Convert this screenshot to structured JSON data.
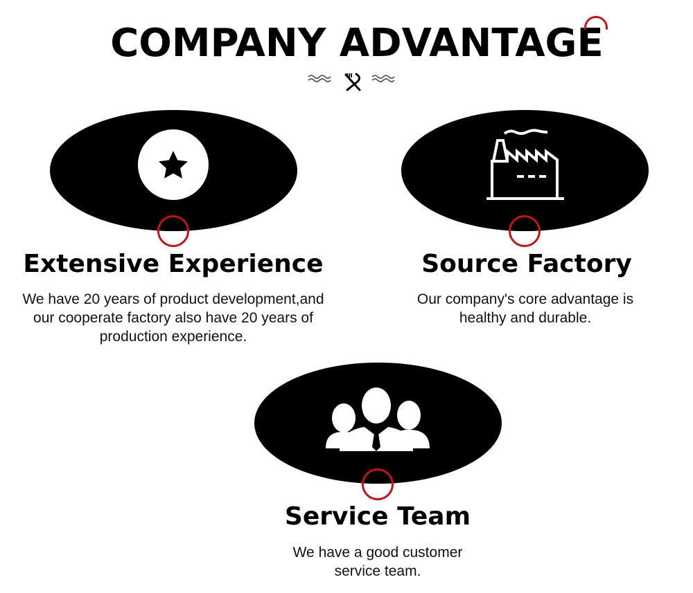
{
  "header": {
    "title": "COMPANY ADVANTAGE",
    "ornament_icon": "fork-knife-icon",
    "accent_color": "#c0151b"
  },
  "cards": [
    {
      "icon": "star-icon",
      "title": "Extensive Experience",
      "description": "We have 20 years of product development,and our cooperate factory also have 20 years of production experience."
    },
    {
      "icon": "factory-icon",
      "title": "Source Factory",
      "description": "Our company's core advantage is healthy and durable."
    },
    {
      "icon": "team-icon",
      "title": "Service Team",
      "description": "We have a good customer service team."
    }
  ]
}
